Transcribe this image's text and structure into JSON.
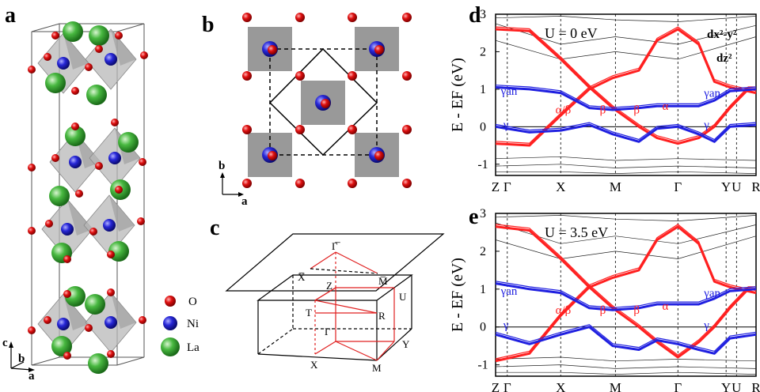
{
  "panels": {
    "a": "a",
    "b": "b",
    "c": "c",
    "d": "d",
    "e": "e"
  },
  "legend": {
    "items": [
      {
        "label": "O",
        "color": "#e01010"
      },
      {
        "label": "Ni",
        "color": "#2020d0"
      },
      {
        "label": "La",
        "color": "#40b040"
      }
    ]
  },
  "axes_a": {
    "c": "c",
    "b": "b",
    "a": "a"
  },
  "axes_b": {
    "b": "b",
    "a": "a"
  },
  "bz_labels": {
    "gamma_bar": "Γ̅",
    "x_bar": "X̅",
    "m_bar": "M̅",
    "Z": "Z",
    "U": "U",
    "T": "T",
    "R": "R",
    "Gamma": "Γ",
    "X": "X",
    "M": "M",
    "Y": "Y"
  },
  "chart_data": [
    {
      "type": "line",
      "title": "",
      "annotation": "U = 0 eV",
      "ylabel": "E - EF (eV)",
      "ylim": [
        -1.3,
        3.0
      ],
      "yticks": [
        -1,
        0,
        1,
        2,
        3
      ],
      "kpath": [
        "Z",
        "Γ",
        "X",
        "M",
        "Γ",
        "Y",
        "U",
        "R"
      ],
      "legend": [
        {
          "label": "dx²-y²",
          "color": "#ff2020"
        },
        {
          "label": "dz²",
          "color": "#2020e0"
        }
      ],
      "labels": [
        {
          "text": "γan",
          "color": "#2020e0"
        },
        {
          "text": "γ",
          "color": "#2020e0"
        },
        {
          "text": "α/β",
          "color": "#ff2020"
        },
        {
          "text": "β",
          "color": "#ff2020"
        },
        {
          "text": "β",
          "color": "#ff2020"
        },
        {
          "text": "α",
          "color": "#ff2020"
        },
        {
          "text": "γan",
          "color": "#2020e0"
        },
        {
          "text": "γ",
          "color": "#2020e0"
        }
      ],
      "series": [
        {
          "color": "#ff2020",
          "role": "dx2-y2 main",
          "points": [
            [
              0,
              2.6
            ],
            [
              0.13,
              2.55
            ],
            [
              0.25,
              1.8
            ],
            [
              0.36,
              1.05
            ],
            [
              0.45,
              0.5
            ],
            [
              0.55,
              0.0
            ],
            [
              0.62,
              -0.3
            ],
            [
              0.7,
              -0.45
            ],
            [
              0.78,
              -0.3
            ],
            [
              0.84,
              0.0
            ],
            [
              0.9,
              0.5
            ],
            [
              0.97,
              1.0
            ],
            [
              1.0,
              1.0
            ]
          ]
        },
        {
          "color": "#ff2020",
          "role": "dx2-y2 lower",
          "points": [
            [
              0,
              -0.45
            ],
            [
              0.13,
              -0.5
            ],
            [
              0.25,
              0.3
            ],
            [
              0.36,
              1.0
            ],
            [
              0.45,
              1.3
            ],
            [
              0.55,
              1.5
            ],
            [
              0.62,
              2.3
            ],
            [
              0.7,
              2.6
            ],
            [
              0.78,
              2.2
            ],
            [
              0.84,
              1.2
            ],
            [
              0.9,
              1.05
            ],
            [
              1.0,
              0.9
            ]
          ]
        },
        {
          "color": "#2020e0",
          "role": "dz2 upper",
          "points": [
            [
              0,
              1.05
            ],
            [
              0.13,
              1.0
            ],
            [
              0.25,
              0.9
            ],
            [
              0.36,
              0.5
            ],
            [
              0.45,
              0.45
            ],
            [
              0.55,
              0.5
            ],
            [
              0.62,
              0.55
            ],
            [
              0.7,
              0.55
            ],
            [
              0.78,
              0.55
            ],
            [
              0.84,
              0.7
            ],
            [
              0.9,
              0.95
            ],
            [
              1.0,
              1.0
            ]
          ]
        },
        {
          "color": "#2020e0",
          "role": "dz2 lower",
          "points": [
            [
              0,
              0.0
            ],
            [
              0.13,
              -0.15
            ],
            [
              0.25,
              -0.1
            ],
            [
              0.36,
              0.05
            ],
            [
              0.45,
              -0.2
            ],
            [
              0.55,
              -0.4
            ],
            [
              0.62,
              -0.05
            ],
            [
              0.7,
              0.0
            ],
            [
              0.78,
              -0.2
            ],
            [
              0.84,
              -0.4
            ],
            [
              0.9,
              0.0
            ],
            [
              1.0,
              0.05
            ]
          ]
        }
      ]
    },
    {
      "type": "line",
      "title": "",
      "annotation": "U = 3.5 eV",
      "ylabel": "E - EF (eV)",
      "ylim": [
        -1.3,
        3.0
      ],
      "yticks": [
        -1,
        0,
        1,
        2,
        3
      ],
      "kpath": [
        "Z",
        "Γ",
        "X",
        "M",
        "Γ",
        "Y",
        "U",
        "R"
      ],
      "labels": [
        {
          "text": "γan",
          "color": "#2020e0"
        },
        {
          "text": "γ",
          "color": "#2020e0"
        },
        {
          "text": "α/β",
          "color": "#ff2020"
        },
        {
          "text": "β",
          "color": "#ff2020"
        },
        {
          "text": "β",
          "color": "#ff2020"
        },
        {
          "text": "α",
          "color": "#ff2020"
        },
        {
          "text": "γan",
          "color": "#2020e0"
        },
        {
          "text": "γ",
          "color": "#2020e0"
        }
      ],
      "series": [
        {
          "color": "#ff2020",
          "role": "dx2-y2 main",
          "points": [
            [
              0,
              2.65
            ],
            [
              0.13,
              2.55
            ],
            [
              0.25,
              1.8
            ],
            [
              0.36,
              1.05
            ],
            [
              0.45,
              0.5
            ],
            [
              0.55,
              0.0
            ],
            [
              0.62,
              -0.4
            ],
            [
              0.7,
              -0.8
            ],
            [
              0.78,
              -0.4
            ],
            [
              0.84,
              0.0
            ],
            [
              0.9,
              0.5
            ],
            [
              0.97,
              1.0
            ],
            [
              1.0,
              1.0
            ]
          ]
        },
        {
          "color": "#ff2020",
          "role": "dx2-y2 lower",
          "points": [
            [
              0,
              -0.9
            ],
            [
              0.13,
              -0.7
            ],
            [
              0.25,
              0.3
            ],
            [
              0.36,
              1.05
            ],
            [
              0.45,
              1.3
            ],
            [
              0.55,
              1.5
            ],
            [
              0.62,
              2.3
            ],
            [
              0.7,
              2.65
            ],
            [
              0.78,
              2.2
            ],
            [
              0.84,
              1.2
            ],
            [
              0.9,
              1.05
            ],
            [
              1.0,
              0.9
            ]
          ]
        },
        {
          "color": "#2020e0",
          "role": "dz2 upper",
          "points": [
            [
              0,
              1.15
            ],
            [
              0.13,
              1.0
            ],
            [
              0.25,
              0.9
            ],
            [
              0.36,
              0.5
            ],
            [
              0.45,
              0.45
            ],
            [
              0.55,
              0.5
            ],
            [
              0.62,
              0.6
            ],
            [
              0.7,
              0.6
            ],
            [
              0.78,
              0.6
            ],
            [
              0.84,
              0.75
            ],
            [
              0.9,
              0.95
            ],
            [
              1.0,
              1.0
            ]
          ]
        },
        {
          "color": "#2020e0",
          "role": "dz2 lower",
          "points": [
            [
              0,
              -0.2
            ],
            [
              0.13,
              -0.45
            ],
            [
              0.25,
              -0.2
            ],
            [
              0.36,
              0.0
            ],
            [
              0.45,
              -0.5
            ],
            [
              0.55,
              -0.6
            ],
            [
              0.62,
              -0.35
            ],
            [
              0.7,
              -0.45
            ],
            [
              0.78,
              -0.6
            ],
            [
              0.84,
              -0.7
            ],
            [
              0.9,
              -0.3
            ],
            [
              1.0,
              -0.2
            ]
          ]
        }
      ]
    }
  ]
}
